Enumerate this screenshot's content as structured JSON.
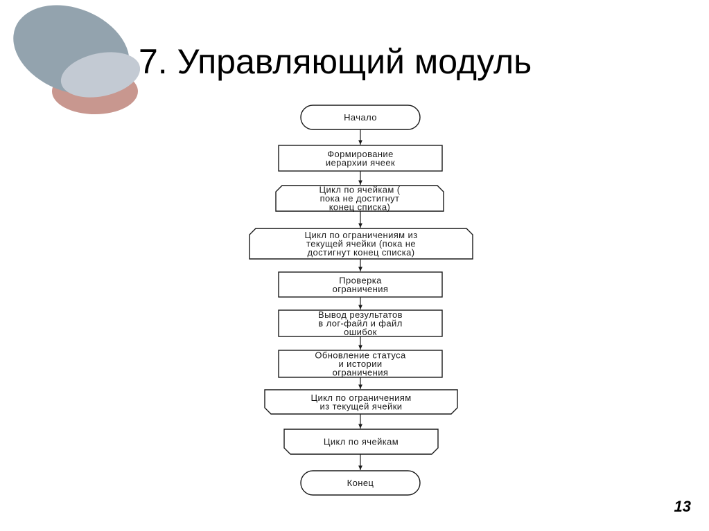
{
  "slide": {
    "title": "7. Управляющий модуль",
    "page_number": "13"
  },
  "colors": {
    "decor_gray": "#93a3ae",
    "decor_light": "#c3cad3",
    "decor_rose": "#c8978f",
    "line": "#1a1a1a"
  },
  "flowchart": {
    "nodes": [
      {
        "id": "start",
        "shape": "terminal",
        "lines": [
          "Начало"
        ]
      },
      {
        "id": "build-hierarchy",
        "shape": "process",
        "lines": [
          "Формирование",
          "иерархии ячеек"
        ]
      },
      {
        "id": "cells-loop-start",
        "shape": "loop-start",
        "lines": [
          "Цикл по ячейкам (",
          "пока не достигнут",
          "конец списка)"
        ]
      },
      {
        "id": "constraints-loop-start",
        "shape": "loop-start",
        "lines": [
          "Цикл по ограничениям из",
          "текущей ячейки (пока не",
          "достигнут конец списка)"
        ]
      },
      {
        "id": "check-constraint",
        "shape": "process",
        "lines": [
          "Проверка",
          "ограничения"
        ]
      },
      {
        "id": "output-results",
        "shape": "process",
        "lines": [
          "Вывод результатов",
          "в лог-файл и файл",
          "ошибок"
        ]
      },
      {
        "id": "update-status",
        "shape": "process",
        "lines": [
          "Обновление статуса",
          "и истории",
          "ограничения"
        ]
      },
      {
        "id": "constraints-loop-end",
        "shape": "loop-end",
        "lines": [
          "Цикл по ограничениям",
          "из текущей ячейки"
        ]
      },
      {
        "id": "cells-loop-end",
        "shape": "loop-end",
        "lines": [
          "Цикл по ячейкам"
        ]
      },
      {
        "id": "end",
        "shape": "terminal",
        "lines": [
          "Конец"
        ]
      }
    ]
  }
}
